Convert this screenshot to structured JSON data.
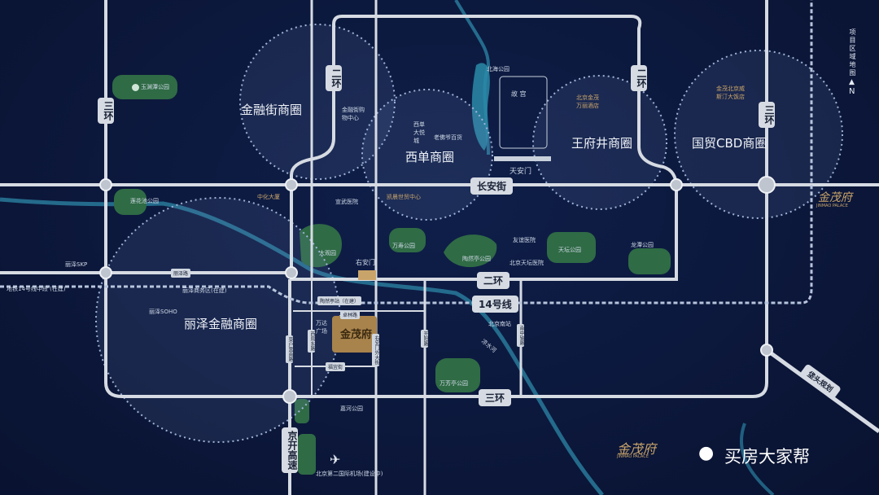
{
  "colors": {
    "background": "#0b1638",
    "road": "#d6dbe3",
    "river": "#2a7fa0",
    "park": "#2f6b45",
    "circle": "#9fb4d6",
    "gold": "#c9a46a"
  },
  "compass": {
    "title": "项目区域地图",
    "north": "N"
  },
  "rings": {
    "second": "二环",
    "third": "三环"
  },
  "roads": {
    "changan": "长安街",
    "line14": "14号线",
    "lize_road": "丽泽路",
    "caihuying": "菜户营南路",
    "jingkai": "京开高速",
    "fatou": "垡头规划",
    "nanzhongzhou": "南中轴路",
    "kaiyang": "开阳路",
    "youanmenwai": "右安门外大街",
    "xiju_east": "西局东路",
    "fuyi": "福宜街",
    "zhuolin": "卓林路",
    "taoranting_station": "陶然亭站（在建）"
  },
  "business_districts": [
    "金融街商圈",
    "西单商圈",
    "王府井商圈",
    "国贸CBD商圈",
    "丽泽金融商圈"
  ],
  "landmarks": {
    "forbidden_city": "故 宫",
    "tiananmen": "天安门",
    "youanmen": "右安门",
    "jinrongjie_mall": "金融街购物中心",
    "xidan_joycity": "西单大悦城",
    "laofoye": "老佛爷百货",
    "wangfujing_hotel": "北京金茂万丽酒店",
    "jinmao_hotel": "金茂北京威斯汀大饭店",
    "zhonghua": "中化大厦",
    "kaiyuan": "凯晨世贸中心",
    "xuanwu_hospital": "宣武医院",
    "youyi_hospital": "友谊医院",
    "tiantan_hospital": "北京天坛医院",
    "lize_skp": "丽泽SKP",
    "lize_soho": "丽泽SOHO",
    "lize_business": "丽泽商务区(在建)",
    "line14_mid": "地铁14号线中段 (在建)",
    "wanda": "万达广场",
    "south_station": "北京南站",
    "airport": "北京第二国际机场(建设中)",
    "liangshui": "凉水河",
    "project": "金茂府"
  },
  "parks": [
    "玉渊潭公园",
    "莲花池公园",
    "大观园",
    "万寿公园",
    "陶然亭公园",
    "天坛公园",
    "龙潭公园",
    "万芳亭公园",
    "嘉河公园",
    "北海公园"
  ],
  "brand": {
    "name": "金茂府",
    "english": "JINMAO PALACE"
  },
  "watermark": "买房大家帮"
}
